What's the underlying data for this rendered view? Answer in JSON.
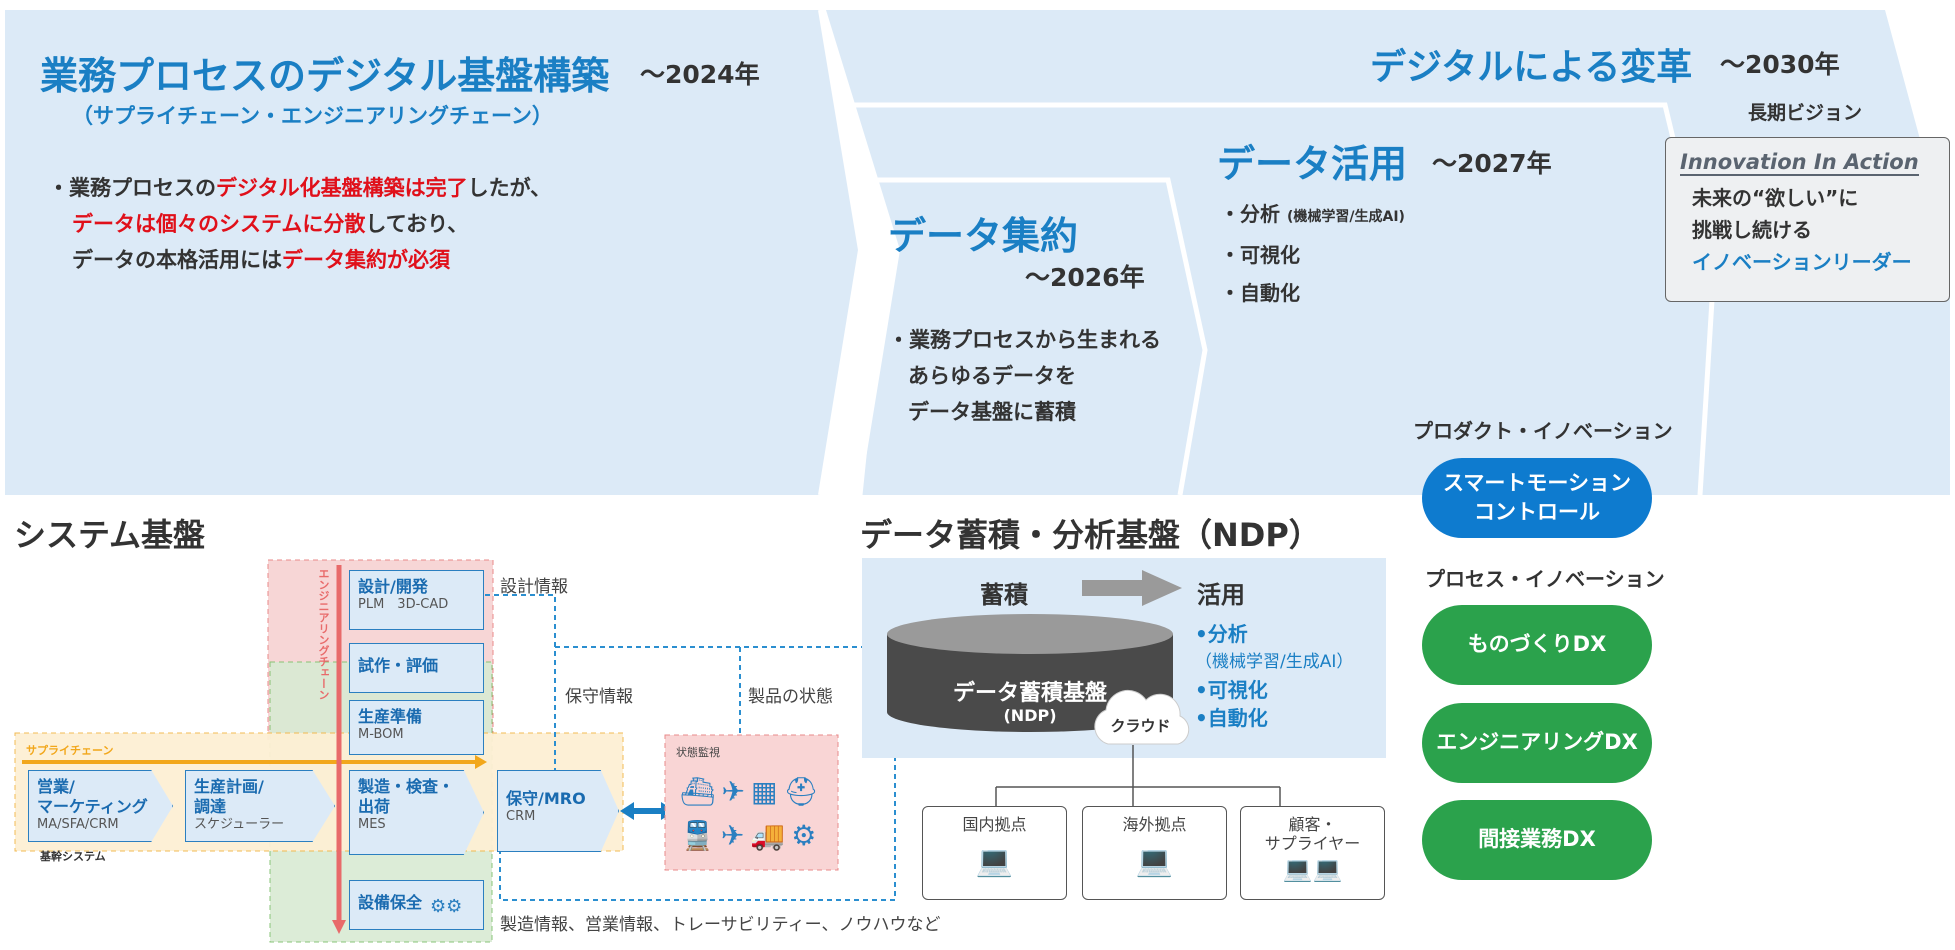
{
  "banner": {
    "stage1": {
      "title": "業務プロセスのデジタル基盤構築",
      "year": "～2024年",
      "subtitle": "（サプライチェーン・エンジニアリングチェーン）",
      "line1_a": "・業務プロセスの",
      "line1_b": "デジタル化基盤構築は完了",
      "line1_c": "したが、",
      "line2_a": "データは個々のシステムに分散",
      "line2_b": "しており、",
      "line3_a": "データの本格活用には",
      "line3_b": "データ集約が必須"
    },
    "stage2": {
      "title": "データ集約",
      "year": "～2026年",
      "line1": "・業務プロセスから生まれる",
      "line2": "あらゆるデータを",
      "line3": "データ基盤に蓄積"
    },
    "stage3": {
      "title": "データ活用",
      "year": "～2027年",
      "b1": "・分析",
      "b1_small": "(機械学習/生成AI)",
      "b2": "・可視化",
      "b3": "・自動化"
    },
    "stage4": {
      "title": "デジタルによる変革",
      "year": "～2030年",
      "longterm": "長期ビジョン",
      "vision_logo": "Innovation In Action",
      "vision_line1": "未来の“欲しい”に",
      "vision_line2": "挑戦し続ける",
      "vision_line3": "イノベーションリーダー"
    }
  },
  "system": {
    "title": "システム基盤",
    "engineering_chain_label": "エンジニアリングチェーン",
    "supply_chain_label": "サプライチェーン",
    "core_system_label": "基幹システム",
    "design_info": "設計情報",
    "maintenance_info": "保守情報",
    "product_state": "製品の状態",
    "monitoring_label": "状態監視",
    "bottom_info": "製造情報、営業情報、トレーサビリティー、ノウハウなど",
    "boxes": {
      "design": {
        "title": "設計/開発",
        "sub": "PLM　3D-CAD"
      },
      "prototype": {
        "title": "試作・評価"
      },
      "prep": {
        "title": "生産準備",
        "sub": "M-BOM"
      },
      "sales": {
        "title1": "営業/",
        "title2": "マーケティング",
        "sub": "MA/SFA/CRM"
      },
      "planning": {
        "title1": "生産計画/",
        "title2": "調達",
        "sub": "スケジューラー"
      },
      "manufacturing": {
        "title1": "製造・検査・",
        "title2": "出荷",
        "sub": "MES"
      },
      "maintenance": {
        "title": "保守/MRO",
        "sub": "CRM"
      },
      "equipment": {
        "title": "設備保全"
      }
    }
  },
  "ndp": {
    "title": "データ蓄積・分析基盤（NDP）",
    "accumulate": "蓄積",
    "utilize": "活用",
    "db_label1": "データ蓄積基盤",
    "db_label2": "(NDP)",
    "cloud": "クラウド",
    "util1": "•分析",
    "util1_sub": "（機械学習/生成AI）",
    "util2": "•可視化",
    "util3": "•自動化",
    "sites": {
      "domestic": "国内拠点",
      "overseas": "海外拠点",
      "customer1": "顧客・",
      "customer2": "サプライヤー"
    }
  },
  "innovation": {
    "product_label": "プロダクト・イノベーション",
    "smart_motion1": "スマートモーション",
    "smart_motion2": "コントロール",
    "process_label": "プロセス・イノベーション",
    "dx1": "ものづくりDX",
    "dx2": "エンジニアリングDX",
    "dx3": "間接業務DX"
  },
  "colors": {
    "banner_bg": "#dceaf7",
    "accent_blue": "#1a7fc4",
    "accent_red": "#e0101a",
    "green": "#2ba24c",
    "pill_blue": "#0e7bcf"
  }
}
